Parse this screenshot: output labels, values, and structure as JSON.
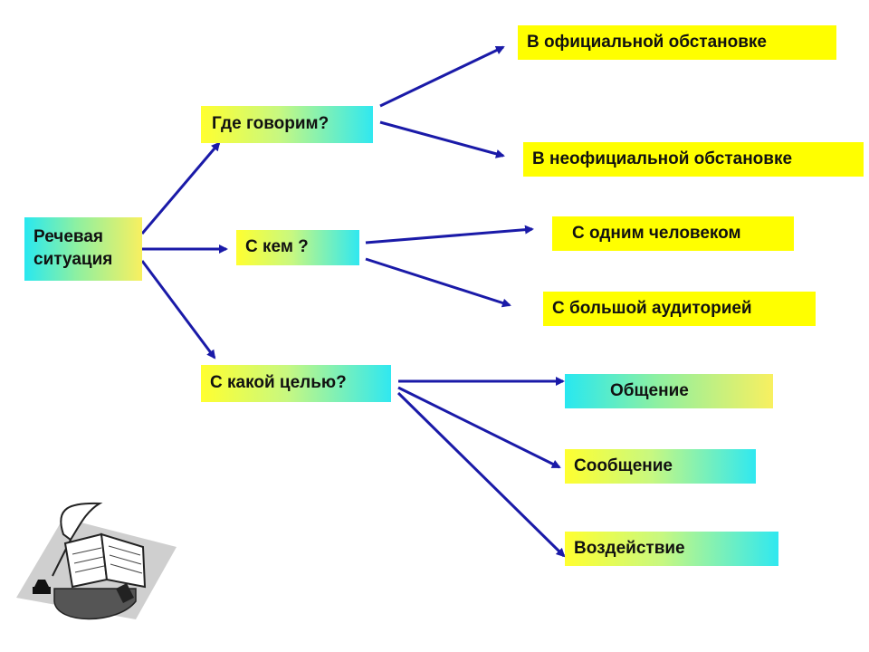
{
  "root": {
    "line1": "Речевая",
    "line2": "ситуация"
  },
  "questions": {
    "where": "Где говорим?",
    "whom": "С кем ?",
    "purpose": "С какой целью?"
  },
  "answers": {
    "official": "В официальной обстановке",
    "unofficial": "В неофициальной обстановке",
    "one_person": "С одним человеком",
    "audience": "С большой аудиторией",
    "communication": "Общение",
    "message": "Сообщение",
    "influence": "Воздействие"
  },
  "colors": {
    "arrow": "#1a1aa8",
    "cyan": "#28e8f0",
    "yellow": "#ffff00"
  },
  "icons": {
    "clipart": "book-quill-inkwell-icon"
  }
}
